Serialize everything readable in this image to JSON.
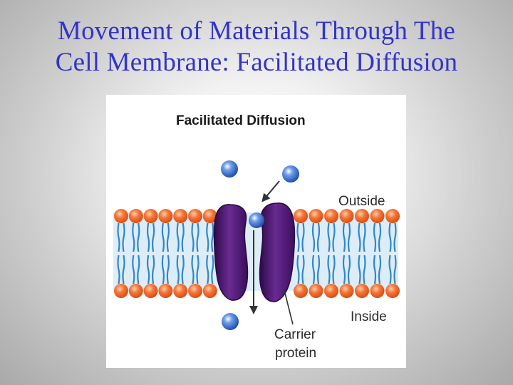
{
  "slide": {
    "title_line1": "Movement of Materials Through The",
    "title_line2": "Cell Membrane: Facilitated Diffusion"
  },
  "figure": {
    "heading": "Facilitated Diffusion",
    "label_outside": "Outside",
    "label_inside": "Inside",
    "label_carrier_line1": "Carrier",
    "label_carrier_line2": "protein"
  },
  "colors": {
    "title": "#3333cc",
    "phospholipid_head": "#f26a2a",
    "phospholipid_tail": "#2f86c8",
    "membrane_background": "#cfe6f6",
    "carrier_protein": "#4a1670",
    "molecule": "#2a64c8"
  }
}
